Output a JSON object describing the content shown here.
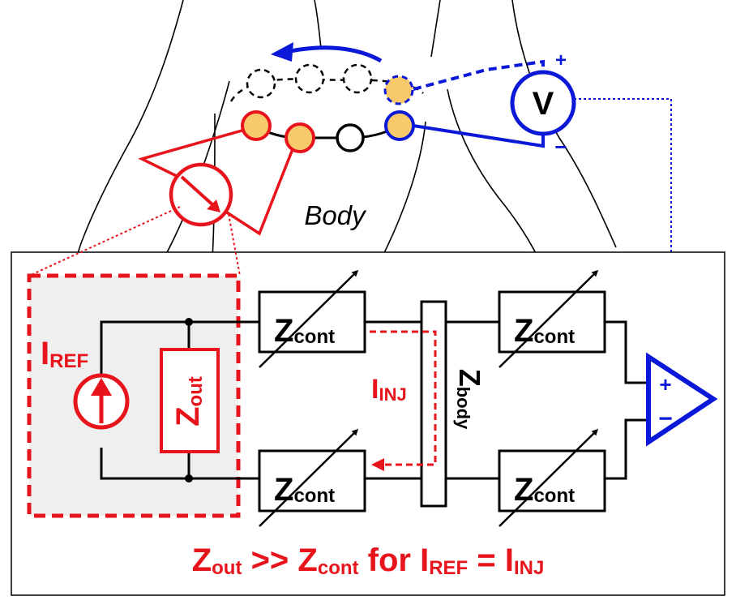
{
  "colors": {
    "red": "#e8141c",
    "blue": "#0b18d8",
    "black": "#000000",
    "electrode_fill": "#f7c96b",
    "box_shade": "#efefef"
  },
  "body_label": "Body",
  "voltmeter": {
    "symbol": "V",
    "plus": "+",
    "minus": "−"
  },
  "current_source": {
    "label_main": "I",
    "label_sub": "REF"
  },
  "output_impedance": {
    "label_main": "Z",
    "label_sub": "out"
  },
  "contact_impedances": [
    {
      "main": "Z",
      "sub": "cont"
    },
    {
      "main": "Z",
      "sub": "cont"
    },
    {
      "main": "Z",
      "sub": "cont"
    },
    {
      "main": "Z",
      "sub": "cont"
    }
  ],
  "body_impedance": {
    "main": "Z",
    "sub": "body"
  },
  "injected_current": {
    "main": "I",
    "sub": "INJ"
  },
  "amplifier": {
    "plus": "+",
    "minus": "−"
  },
  "condition": {
    "z_out_main": "Z",
    "z_out_sub": "out",
    "relation": ">>",
    "z_cont_main": "Z",
    "z_cont_sub": "cont",
    "word_for": "for",
    "i_ref_main": "I",
    "i_ref_sub": "REF",
    "equals": "=",
    "i_inj_main": "I",
    "i_inj_sub": "INJ"
  }
}
